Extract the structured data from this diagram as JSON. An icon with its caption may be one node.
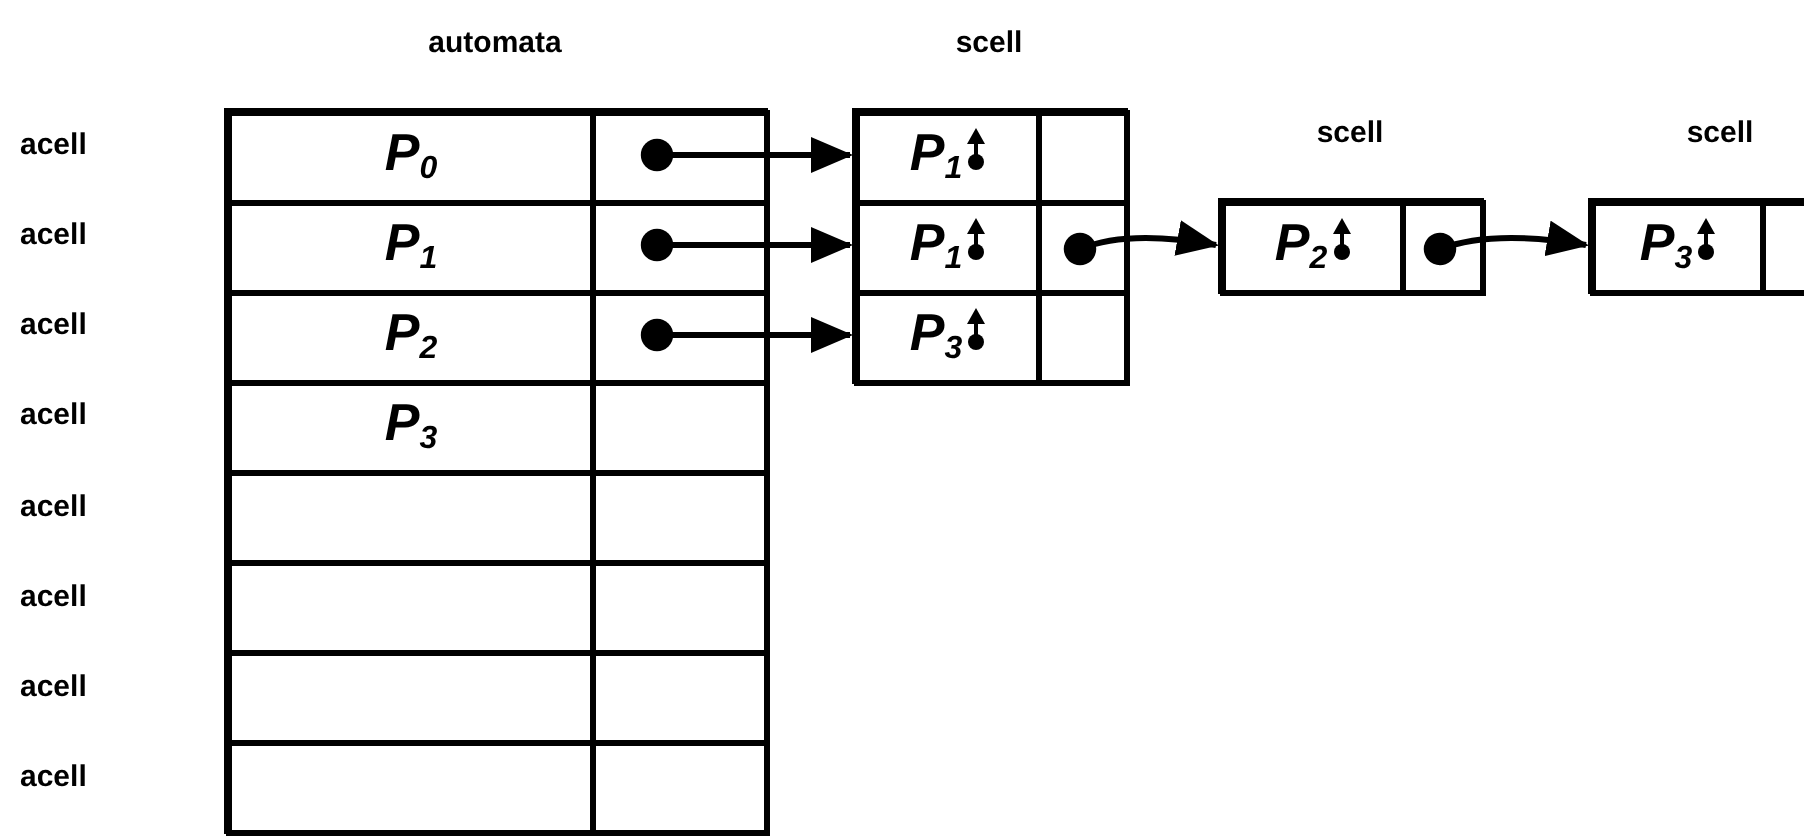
{
  "diagram": {
    "nodes": [
      {
        "text": [
          "automata"
        ]
      },
      {
        "text": [
          "P$_{0}$"
        ],
        "in": 0
      },
      {
        "text": [
          "P$_{1}$"
        ],
        "in": 0
      },
      {
        "text": [
          "P$_{2}$"
        ],
        "in": 0
      },
      {
        "text": [
          "P$_{3}$"
        ],
        "in": 0
      },
      {
        "text": [],
        "shape": "box",
        "in": 0
      },
      {
        "text": [],
        "shape": "box",
        "in": 0
      },
      {
        "text": [],
        "shape": "box",
        "in": 0
      },
      {
        "text": [],
        "shape": "box",
        "in": 0
      },
      {
        "text": [],
        "shape": "box",
        "in": 0
      },
      {
        "text": [],
        "shape": "box",
        "in": 0
      },
      {
        "text": [],
        "shape": "box",
        "in": 0
      },
      {
        "text": [],
        "shape": "box",
        "in": 0
      },
      {
        "text": [],
        "shape": "box",
        "in": 0
      },
      {
        "text": [],
        "shape": "box",
        "in": 0
      },
      {
        "text": [],
        "shape": "box",
        "in": 0
      },
      {
        "text": [],
        "shape": "box",
        "in": 0
      },
      {
        "text": [
          "scell"
        ]
      },
      {
        "text": [
          "P$_{1}$"
        ],
        "in": 17
      },
      {
        "text": [
          "P$_{1}$"
        ],
        "in": 17
      },
      {
        "text": [
          "P$_{3}$"
        ],
        "in": 17
      },
      {
        "text": [],
        "shape": "box",
        "in": 17
      },
      {
        "text": [],
        "shape": "box",
        "in": 17
      },
      {
        "text": [],
        "shape": "box",
        "in": 17
      },
      {
        "text": [
          "scell"
        ]
      },
      {
        "text": [
          "P$_{2}$"
        ],
        "in": 24
      },
      {
        "text": [],
        "shape": "box",
        "in": 24
      },
      {
        "text": [
          "scell"
        ]
      },
      {
        "text": [
          "P$_{3}$"
        ],
        "in": 27
      },
      {
        "text": [],
        "shape": "box",
        "in": 27
      }
    ],
    "edges": [
      {
        "from": 9,
        "to": 18,
        "arrow": "to"
      },
      {
        "from": 10,
        "to": 19,
        "arrow": "to"
      },
      {
        "from": 11,
        "to": 20,
        "arrow": "to"
      },
      {
        "from": 22,
        "to": 25,
        "arrow": "to"
      },
      {
        "from": 26,
        "to": 28,
        "arrow": "to"
      }
    ],
    "labels": [
      "acell",
      "acell",
      "acell",
      "acell",
      "acell",
      "acell",
      "acell",
      "acell"
    ]
  }
}
